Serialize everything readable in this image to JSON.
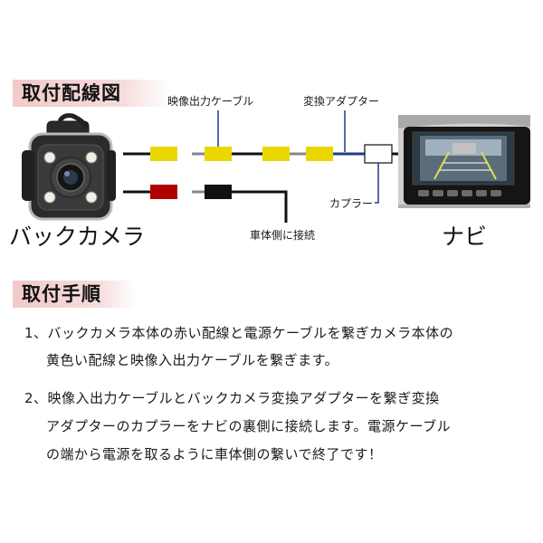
{
  "headings": {
    "wiring": "取付配線図",
    "procedure": "取付手順"
  },
  "labels": {
    "video_cable": "映像出力ケーブル",
    "conversion_adapter": "変換アダプター",
    "coupler": "カプラー",
    "vehicle_connection": "車体側に接続",
    "back_camera": "バックカメラ",
    "navi": "ナビ"
  },
  "steps": [
    {
      "lines": [
        "1、バックカメラ本体の赤い配線と電源ケーブルを繋ぎカメラ本体の",
        "黄色い配線と映像入出力ケーブルを繋ぎます。"
      ]
    },
    {
      "lines": [
        "2、映像入出力ケーブルとバックカメラ変換アダプターを繋ぎ変換",
        "アダプターのカプラーをナビの裏側に接続します。電源ケーブル",
        "の端から電源を取るように車体側の繋いで終了です！"
      ]
    }
  ],
  "colors": {
    "heading_bg": "#f2c9c9",
    "yellow_connector": "#e8d800",
    "red_connector": "#b00000",
    "black_connector": "#111111",
    "cable": "#111111",
    "adapter_cable": "#1f3c8c",
    "cable_gap": "#888888"
  },
  "icons": {
    "camera": "back-camera-photo",
    "navi": "car-navi-photo"
  }
}
